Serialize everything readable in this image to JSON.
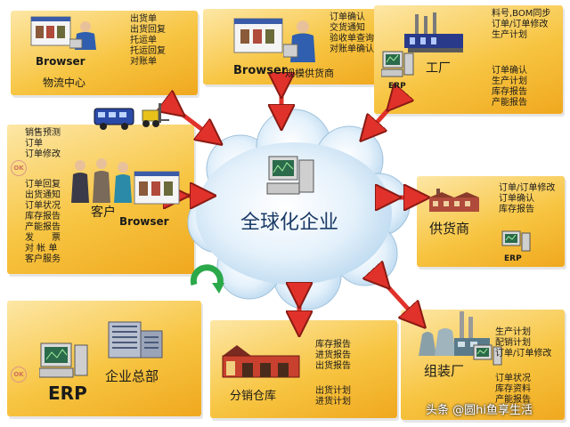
{
  "center": {
    "label": "全球化企业"
  },
  "logistics": {
    "system": "Browser",
    "name": "物流中心",
    "items": [
      "出货单",
      "出货回复",
      "托运单",
      "托运回复",
      "对账单"
    ]
  },
  "supplier_large": {
    "system": "Browser",
    "name": "规模供货商",
    "items": [
      "订单确认",
      "交货通知",
      "验收单查询",
      "对账单确认"
    ]
  },
  "factory": {
    "name": "工厂",
    "system": "ERP",
    "items_top": [
      "料号,BOM同步",
      "订单/订单修改",
      "生产计划"
    ],
    "items_bottom": [
      "订单确认",
      "生产计划",
      "库存报告",
      "产能报告"
    ]
  },
  "customer": {
    "name": "客户",
    "system": "Browser",
    "items_top": [
      "销售预测",
      "订单",
      "订单修改"
    ],
    "items_bottom": [
      "订单回复",
      "出货通知",
      "订单状况",
      "库存报告",
      "产能报告",
      "发　　票",
      "对 帐 单",
      "客户服务"
    ],
    "stamp": "OK"
  },
  "supplier": {
    "name": "供货商",
    "system": "ERP",
    "items": [
      "订单/订单修改",
      "订单确认",
      "库存报告"
    ]
  },
  "hq": {
    "system": "ERP",
    "name": "企业总部",
    "stamp": "OK"
  },
  "warehouse": {
    "name": "分销仓库",
    "items_top": [
      "库存报告",
      "进货报告",
      "出货报告"
    ],
    "items_bottom": [
      "出货计划",
      "进货计划"
    ]
  },
  "assembly": {
    "name": "组装厂",
    "items_top": [
      "生产计划",
      "配销计划",
      "订单/订单修改"
    ],
    "items_bottom": [
      "订单状况",
      "库存资料",
      "产能报告"
    ]
  },
  "watermark": "头条 @圆hi鱼享生活",
  "colors": {
    "panel": "#f7c542",
    "arrow": "#e0322a",
    "cloud": "#dfeffb"
  }
}
